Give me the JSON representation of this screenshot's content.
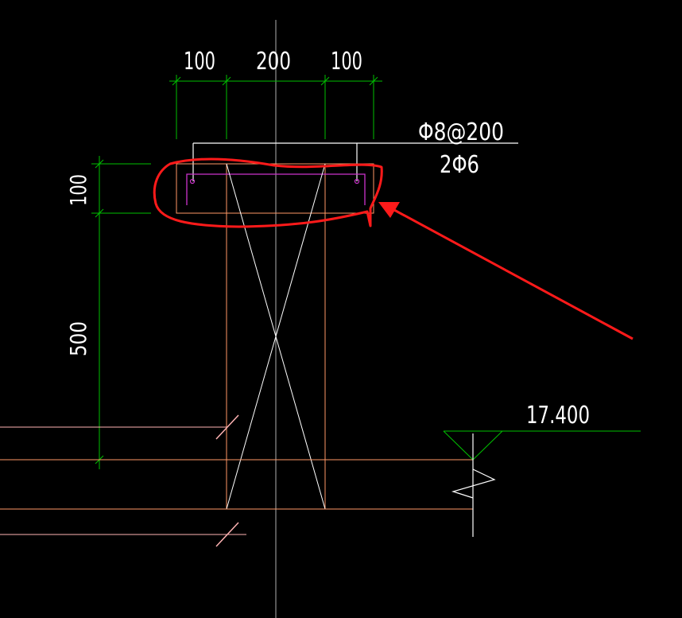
{
  "drawing": {
    "dimensions": {
      "top_left": "100",
      "top_middle": "200",
      "top_right": "100",
      "left_upper": "100",
      "left_lower": "500"
    },
    "rebar": {
      "stirrup_label": "Φ8@200",
      "bar_label": "2Φ6"
    },
    "elevation": "17.400"
  },
  "colors": {
    "background": "#000000",
    "dimension_line": "#00c000",
    "text": "#ffffff",
    "outline": "#ff9966",
    "rebar": "#cc33cc",
    "centerline": "#b0b0b0",
    "annotation": "#ff1a1a",
    "slab_line": "#ffb3b3"
  }
}
